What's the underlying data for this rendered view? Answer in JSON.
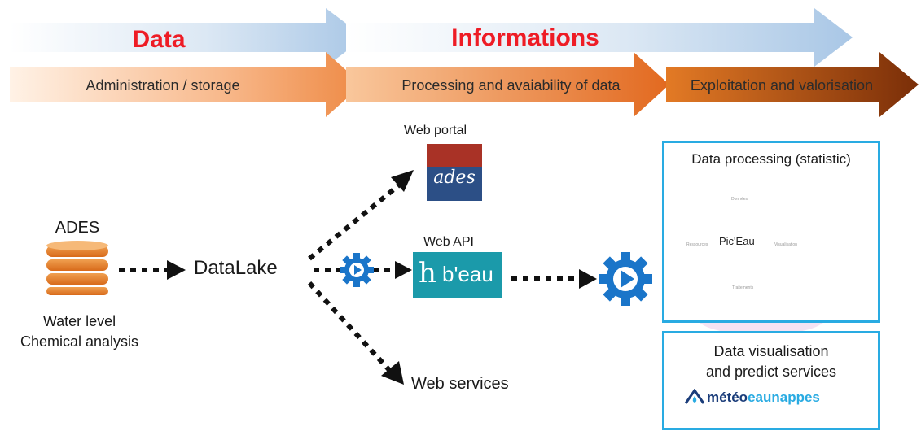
{
  "banner": {
    "data_title": "Data",
    "informations_title": "Informations",
    "admin_label": "Administration / storage",
    "processing_label": "Processing and avaiability of data",
    "exploitation_label": "Exploitation and valorisation"
  },
  "ades": {
    "title": "ADES",
    "desc_line1": "Water level",
    "desc_line2": "Chemical analysis"
  },
  "datalake": {
    "label": "DataLake"
  },
  "web_portal": {
    "label": "Web portal",
    "logo_text": "ades"
  },
  "web_api": {
    "label": "Web API",
    "logo_text": "b'eau",
    "logo_mark": "h"
  },
  "web_services": {
    "label": "Web services"
  },
  "processing_box": {
    "title": "Data processing (statistic)",
    "center_label": "Pic'Eau",
    "bubble_top": "Données",
    "bubble_left": "Ressources",
    "bubble_right": "Visualisation",
    "bubble_bottom": "Traitements"
  },
  "visualisation_box": {
    "line1": "Data visualisation",
    "line2": "and predict services",
    "brand_part1": "météo",
    "brand_part2": "eaunappes"
  },
  "colors": {
    "accent_red": "#ee1c25",
    "box_border": "#29abe2",
    "gear_blue": "#1a75c9",
    "hubeau_teal": "#1b9aaa",
    "ades_red": "#a93226",
    "ades_blue": "#2c4f86",
    "orange": "#e8843c",
    "brown": "#8b3a0d"
  }
}
